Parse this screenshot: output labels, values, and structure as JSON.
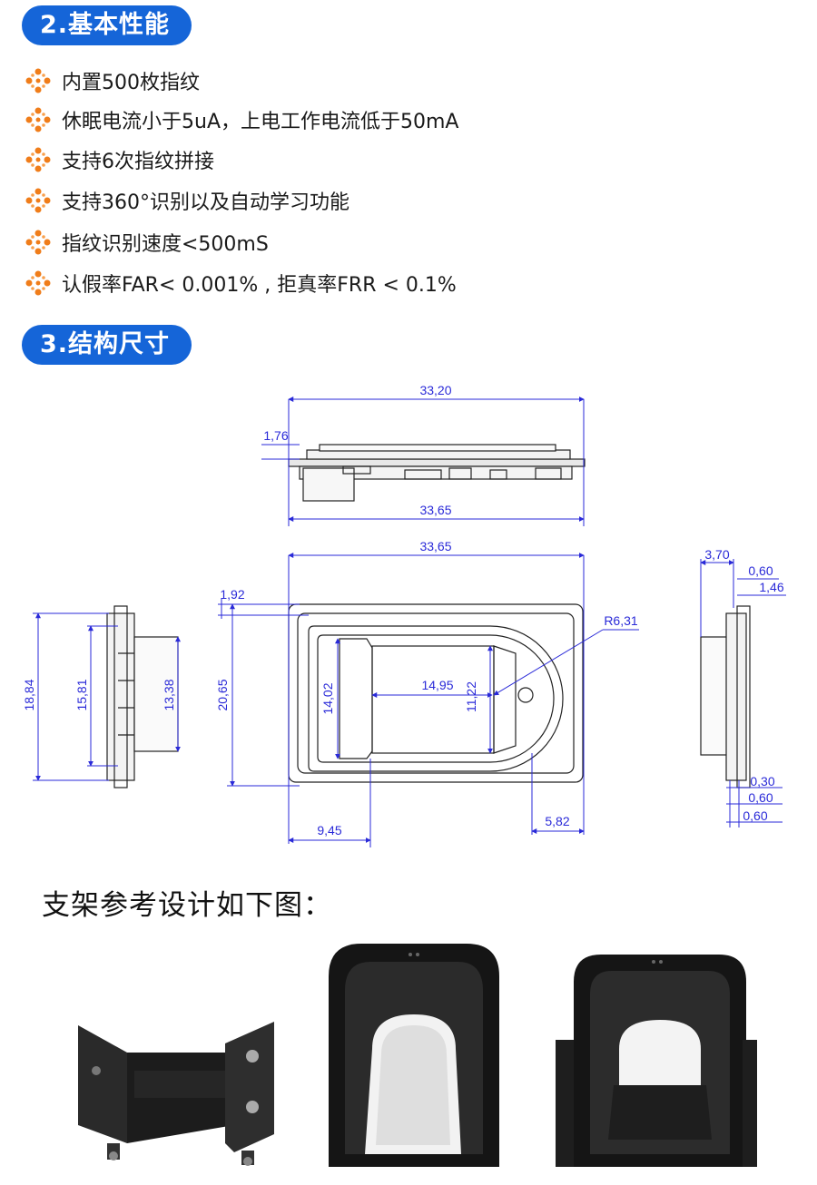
{
  "section_basic": {
    "title": "2.基本性能"
  },
  "features": [
    "内置500枚指纹",
    "休眠电流小于5uA，上电工作电流低于50mA",
    "支持6次指纹拼接",
    "支持360°识别以及自动学习功能",
    "指纹识别速度<500mS",
    "认假率FAR< 0.001% , 拒真率FRR < 0.1%"
  ],
  "section_structure": {
    "title": "3.结构尺寸"
  },
  "dimensions": {
    "top_width": "33,20",
    "top_height": "1,76",
    "top_bottom_width": "33,65",
    "front_width": "33,65",
    "left_total_height": "18,84",
    "left_inner_height": "15,81",
    "left_inner2_height": "13,38",
    "front_offset": "1,92",
    "front_height": "20,65",
    "window_height": "14,02",
    "window_width": "14,95",
    "window_height2": "11,22",
    "radius": "R6,31",
    "bottom_left": "9,45",
    "bottom_right": "5,82",
    "right_depth": "3,70",
    "right_a": "0,60",
    "right_b": "1,46",
    "right_c": "0,30",
    "right_d": "0,60",
    "right_e": "0,60"
  },
  "bracket_caption": "支架参考设计如下图：",
  "colors": {
    "accent": "#1565d8",
    "bullet": "#f07d1a",
    "dimension": "#2a2ad8"
  }
}
